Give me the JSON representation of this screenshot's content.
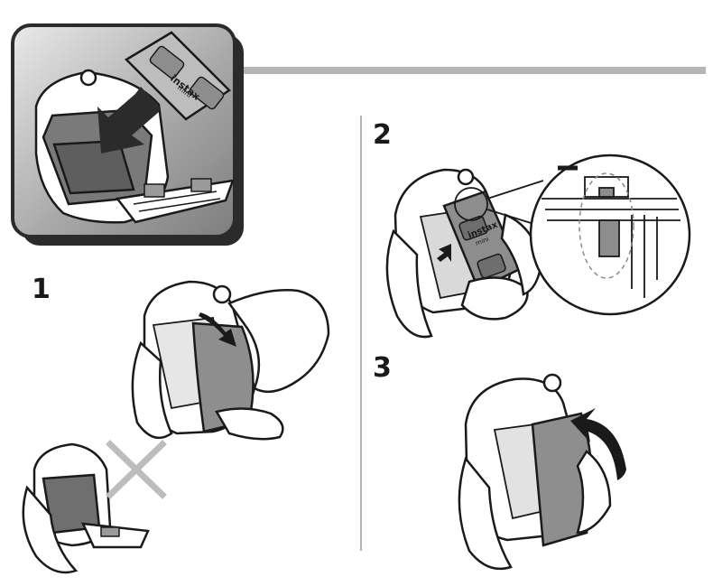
{
  "steps": {
    "one": "1",
    "two": "2",
    "three": "3"
  },
  "film_pack": {
    "brand": "instax",
    "model": "mini"
  },
  "colors": {
    "ink": "#1a1a1a",
    "panel_dark": "#2b2b2b",
    "panel_gray": "#9a9a9a",
    "header_bar": "#b5b5b5",
    "cross": "#bdbdbd"
  }
}
